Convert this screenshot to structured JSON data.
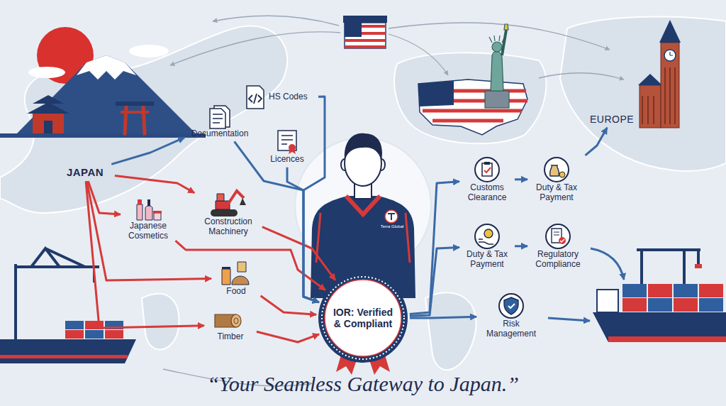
{
  "diagram": {
    "caption": "“Your Seamless Gateway to Japan.”",
    "nodes": [
      {
        "text": [
          "JAPAN"
        ]
      },
      {
        "text": [
          "Documentation"
        ]
      },
      {
        "text": [
          "HS Codes"
        ]
      },
      {
        "text": [
          "Licences"
        ]
      },
      {
        "text": [
          "Japanese Cosmetics"
        ]
      },
      {
        "text": [
          "Construction Machinery"
        ]
      },
      {
        "text": [
          "Food"
        ]
      },
      {
        "text": [
          "Timber"
        ]
      },
      {
        "text": [
          "IOR: Verified & Compliant"
        ]
      },
      {
        "text": [
          "Customs Clearance"
        ]
      },
      {
        "text": [
          "Duty & Tax Payment"
        ]
      },
      {
        "text": [
          "Duty & Tax Payment"
        ]
      },
      {
        "text": [
          "Regulatory Compliance"
        ]
      },
      {
        "text": [
          "Risk Management"
        ]
      },
      {
        "text": [
          "EUROPE"
        ]
      }
    ],
    "edges": [
      {
        "from": 0,
        "to": 4,
        "arrow": "to"
      },
      {
        "from": 0,
        "to": 5,
        "arrow": "to"
      },
      {
        "from": 0,
        "to": 6,
        "arrow": "to"
      },
      {
        "from": 0,
        "to": 7,
        "arrow": "to"
      },
      {
        "from": 4,
        "to": 8,
        "arrow": "to"
      },
      {
        "from": 5,
        "to": 8,
        "arrow": "to"
      },
      {
        "from": 6,
        "to": 8,
        "arrow": "to"
      },
      {
        "from": 7,
        "to": 8,
        "arrow": "to"
      },
      {
        "from": 1,
        "to": 8,
        "arrow": "to"
      },
      {
        "from": 2,
        "to": 8,
        "arrow": "to"
      },
      {
        "from": 3,
        "to": 8,
        "arrow": "to"
      },
      {
        "from": 0,
        "to": 1,
        "arrow": "to"
      },
      {
        "from": 8,
        "to": 9,
        "arrow": "to"
      },
      {
        "from": 9,
        "to": 10,
        "arrow": "to"
      },
      {
        "from": 10,
        "to": 14,
        "arrow": "to"
      },
      {
        "from": 8,
        "to": 11,
        "arrow": "to"
      },
      {
        "from": 11,
        "to": 12,
        "arrow": "to"
      },
      {
        "from": 8,
        "to": 13,
        "arrow": "to"
      }
    ],
    "labels": [
      "Terra Global"
    ]
  }
}
